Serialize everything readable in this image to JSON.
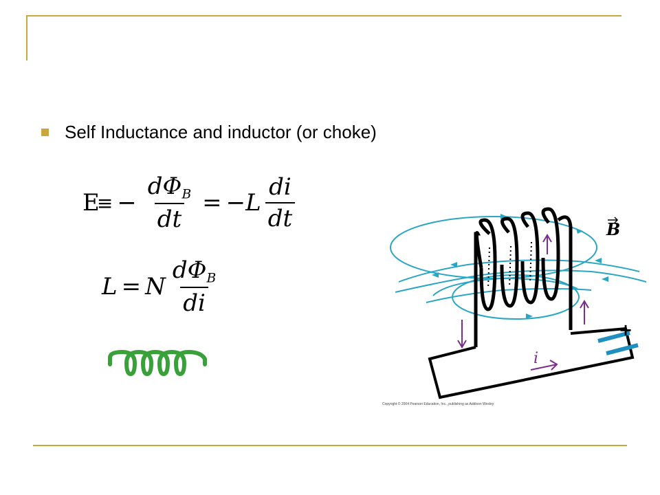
{
  "bullet": {
    "text": "Self Inductance and inductor (or choke)"
  },
  "equation1": {
    "emf": "E",
    "defsym": "≡",
    "minus": "−",
    "num1": "dΦ",
    "num1_sub": "B",
    "den1": "dt",
    "eq": "=",
    "neg_L": "−L",
    "num2": "di",
    "den2": "dt"
  },
  "equation2": {
    "L": "L",
    "eq": "=",
    "N": "N",
    "num": "dΦ",
    "num_sub": "B",
    "den": "di"
  },
  "figure": {
    "b_label": "B",
    "i_label": "i",
    "battery_plus": "+",
    "copyright": "Copyright © 2004 Pearson Education, Inc., publishing as Addison Wesley",
    "colors": {
      "field": "#2aa6c4",
      "arrow": "#7b2d8e",
      "wire": "#000000",
      "battery": "#1f8fc0",
      "inductor": "#3aa13a"
    }
  },
  "theme": {
    "accent": "#c9a73b"
  }
}
